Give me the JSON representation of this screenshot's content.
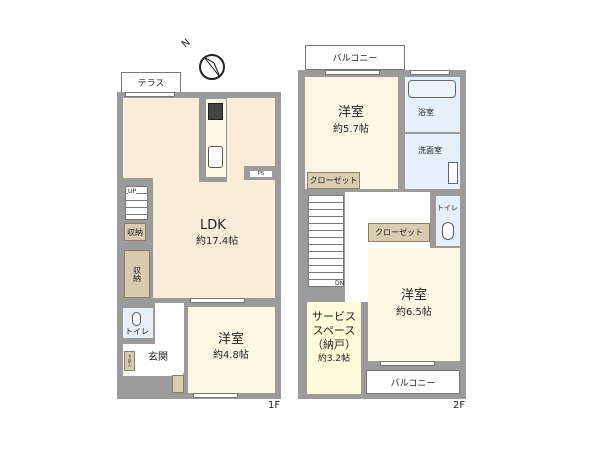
{
  "compass": {
    "north_label": "N"
  },
  "floor1": {
    "label": "1F",
    "terrace": "テラス",
    "ldk": {
      "name": "LDK",
      "size": "約17.4帖"
    },
    "storage1": "収納",
    "storage2": "収納",
    "stairs_up": "UP",
    "ps": "PS",
    "toilet": "トイレ",
    "entrance": "玄関",
    "shoe_closet": "下足入",
    "western_room": {
      "name": "洋室",
      "size": "約4.8帖"
    }
  },
  "floor2": {
    "label": "2F",
    "balcony_top": "バルコニー",
    "balcony_bottom": "バルコニー",
    "room_a": {
      "name": "洋室",
      "size": "約5.7帖"
    },
    "closet_a": "クローゼット",
    "bath": "浴室",
    "washroom": "洗面室",
    "toilet": "トイレ",
    "closet_b": "クローゼット",
    "stairs_down": "DN",
    "room_b": {
      "name": "洋室",
      "size": "約6.5帖"
    },
    "service_space": {
      "name1": "サービス",
      "name2": "スペース",
      "name3": "（納戸）",
      "size": "約3.2帖"
    }
  },
  "colors": {
    "ldk": "#fbecd9",
    "room": "#fdf6e3",
    "service": "#fffbd8",
    "wet": "#e5f0fa",
    "closet": "#d8cbaf",
    "wall": "#9b9b9b"
  }
}
